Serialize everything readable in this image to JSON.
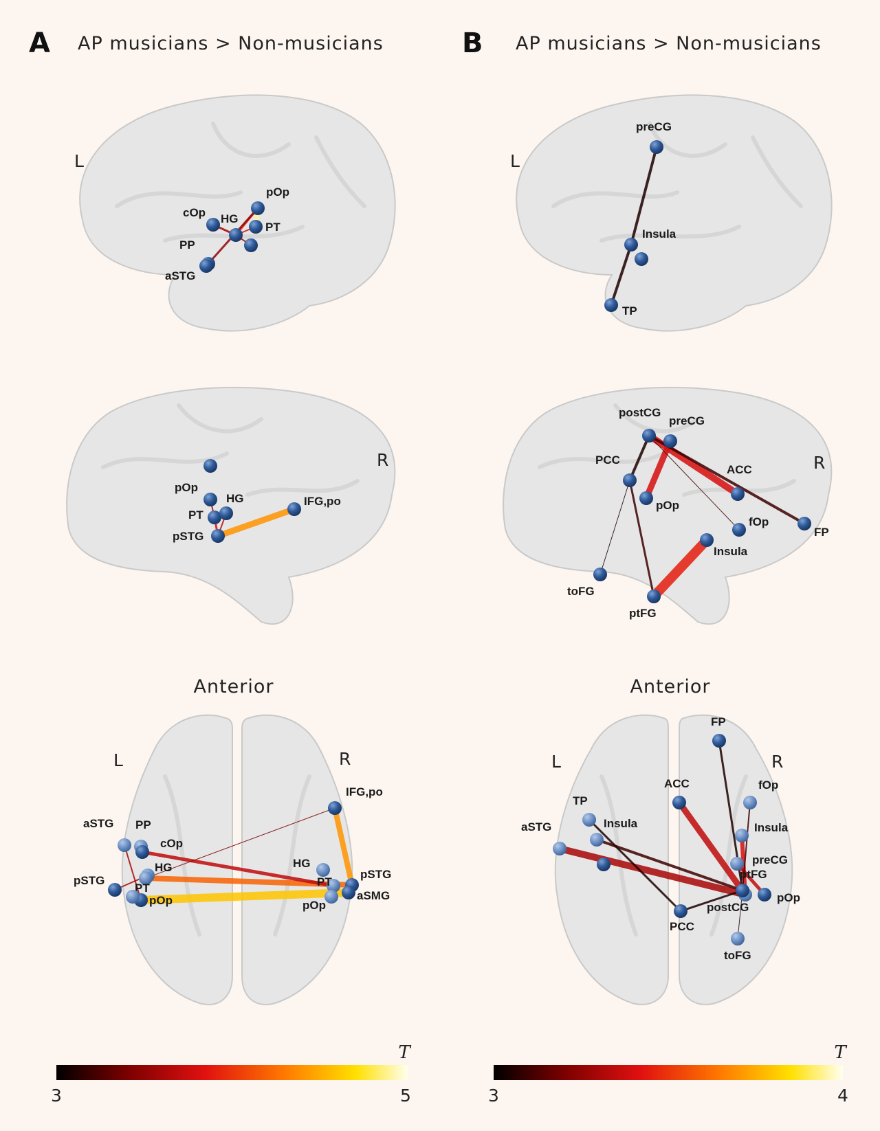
{
  "panels": [
    {
      "letter": "A",
      "title": "AP musicians > Non-musicians",
      "views": [
        {
          "kind": "left",
          "hemi_label": "L",
          "nodes": [
            {
              "id": "pOp",
              "label": "pOp"
            },
            {
              "id": "cOp",
              "label": "cOp"
            },
            {
              "id": "HG",
              "label": "HG"
            },
            {
              "id": "PT",
              "label": "PT"
            },
            {
              "id": "PP",
              "label": "PP"
            },
            {
              "id": "aSTG",
              "label": "aSTG"
            },
            {
              "id": "n1",
              "label": ""
            }
          ],
          "edges": [
            {
              "from": "pOp",
              "to": "HG",
              "t": 3.9,
              "w": 3
            },
            {
              "from": "pOp",
              "to": "PT",
              "t": 4.9,
              "w": 7
            },
            {
              "from": "cOp",
              "to": "HG",
              "t": 3.6,
              "w": 3
            },
            {
              "from": "aSTG",
              "to": "pOp",
              "t": 3.5,
              "w": 3
            },
            {
              "from": "HG",
              "to": "PT",
              "t": 3.8,
              "w": 2
            },
            {
              "from": "HG",
              "to": "n1",
              "t": 3.6,
              "w": 2
            }
          ]
        },
        {
          "kind": "right",
          "hemi_label": "R",
          "nodes": [
            {
              "id": "top",
              "label": ""
            },
            {
              "id": "pOp",
              "label": "pOp"
            },
            {
              "id": "PT",
              "label": "PT"
            },
            {
              "id": "HG",
              "label": "HG"
            },
            {
              "id": "IFGpo",
              "label": "IFG,po"
            },
            {
              "id": "pSTG",
              "label": "pSTG"
            }
          ],
          "edges": [
            {
              "from": "pSTG",
              "to": "IFGpo",
              "t": 4.4,
              "w": 9
            },
            {
              "from": "PT",
              "to": "pSTG",
              "t": 3.8,
              "w": 3
            },
            {
              "from": "pOp",
              "to": "PT",
              "t": 3.6,
              "w": 2
            },
            {
              "from": "HG",
              "to": "pSTG",
              "t": 3.7,
              "w": 2
            }
          ]
        },
        {
          "kind": "axial",
          "view_title": "Anterior",
          "hemi_left": "L",
          "hemi_right": "R",
          "nodes": [
            {
              "id": "IFGpo",
              "label": "IFG,po"
            },
            {
              "id": "aSTG",
              "label": "aSTG"
            },
            {
              "id": "PP",
              "label": "PP"
            },
            {
              "id": "cOp",
              "label": "cOp"
            },
            {
              "id": "HG_L",
              "label": "HG"
            },
            {
              "id": "pSTG_L",
              "label": "pSTG"
            },
            {
              "id": "PT_L",
              "label": "PT"
            },
            {
              "id": "pOp_L",
              "label": "pOp"
            },
            {
              "id": "x1",
              "label": ""
            },
            {
              "id": "HG_R",
              "label": "HG"
            },
            {
              "id": "PT_R",
              "label": "PT"
            },
            {
              "id": "pSTG_R",
              "label": "pSTG"
            },
            {
              "id": "aSMG",
              "label": "aSMG"
            },
            {
              "id": "pOp_R",
              "label": "pOp"
            }
          ],
          "edges": [
            {
              "from": "pOp_L",
              "to": "aSMG",
              "t": 4.6,
              "w": 12
            },
            {
              "from": "PT_L",
              "to": "pSTG_R",
              "t": 4.2,
              "w": 8
            },
            {
              "from": "cOp",
              "to": "PT_R",
              "t": 3.7,
              "w": 5
            },
            {
              "from": "IFGpo",
              "to": "pSTG_R",
              "t": 4.4,
              "w": 8
            },
            {
              "from": "PT_L",
              "to": "IFGpo",
              "t": 3.4,
              "w": 1
            },
            {
              "from": "pSTG_L",
              "to": "HG_L",
              "t": 3.6,
              "w": 2
            },
            {
              "from": "aSTG",
              "to": "pOp_L",
              "t": 3.6,
              "w": 2
            }
          ]
        }
      ],
      "colorbar": {
        "title": "T",
        "min": "3",
        "max": "5"
      }
    },
    {
      "letter": "B",
      "title": "AP musicians > Non-musicians",
      "views": [
        {
          "kind": "left",
          "hemi_label": "L",
          "nodes": [
            {
              "id": "preCG",
              "label": "preCG"
            },
            {
              "id": "Insula",
              "label": "Insula"
            },
            {
              "id": "n1",
              "label": ""
            },
            {
              "id": "TP",
              "label": "TP"
            }
          ],
          "edges": [
            {
              "from": "preCG",
              "to": "Insula",
              "t": 3.05,
              "w": 4
            },
            {
              "from": "Insula",
              "to": "TP",
              "t": 3.05,
              "w": 4
            }
          ]
        },
        {
          "kind": "right",
          "hemi_label": "R",
          "nodes": [
            {
              "id": "postCG",
              "label": "postCG"
            },
            {
              "id": "preCG",
              "label": "preCG"
            },
            {
              "id": "PCC",
              "label": "PCC"
            },
            {
              "id": "ACC",
              "label": "ACC"
            },
            {
              "id": "pOp",
              "label": "pOp"
            },
            {
              "id": "fOp",
              "label": "fOp"
            },
            {
              "id": "FP",
              "label": "FP"
            },
            {
              "id": "Insula",
              "label": "Insula"
            },
            {
              "id": "toFG",
              "label": "toFG"
            },
            {
              "id": "ptFG",
              "label": "ptFG"
            }
          ],
          "edges": [
            {
              "from": "postCG",
              "to": "ACC",
              "t": 3.4,
              "w": 10
            },
            {
              "from": "preCG",
              "to": "pOp",
              "t": 3.4,
              "w": 9
            },
            {
              "from": "Insula",
              "to": "ptFG",
              "t": 3.45,
              "w": 14
            },
            {
              "from": "postCG",
              "to": "FP",
              "t": 3.1,
              "w": 4
            },
            {
              "from": "postCG",
              "to": "fOp",
              "t": 3.1,
              "w": 1
            },
            {
              "from": "postCG",
              "to": "PCC",
              "t": 3.05,
              "w": 4
            },
            {
              "from": "PCC",
              "to": "ptFG",
              "t": 3.1,
              "w": 3
            },
            {
              "from": "PCC",
              "to": "toFG",
              "t": 3.05,
              "w": 1
            }
          ]
        },
        {
          "kind": "axial",
          "view_title": "Anterior",
          "hemi_left": "L",
          "hemi_right": "R",
          "nodes": [
            {
              "id": "FP",
              "label": "FP"
            },
            {
              "id": "ACC",
              "label": "ACC"
            },
            {
              "id": "fOp",
              "label": "fOp"
            },
            {
              "id": "TP",
              "label": "TP"
            },
            {
              "id": "Insula_L",
              "label": "Insula"
            },
            {
              "id": "Insula_R",
              "label": "Insula"
            },
            {
              "id": "aSTG",
              "label": "aSTG"
            },
            {
              "id": "preCG",
              "label": "preCG"
            },
            {
              "id": "ptFG",
              "label": "ptFG"
            },
            {
              "id": "pOp",
              "label": "pOp"
            },
            {
              "id": "postCG",
              "label": "postCG"
            },
            {
              "id": "PCC",
              "label": "PCC"
            },
            {
              "id": "toFG",
              "label": "toFG"
            },
            {
              "id": "x1",
              "label": ""
            }
          ],
          "edges": [
            {
              "from": "aSTG",
              "to": "ptFG",
              "t": 3.3,
              "w": 10
            },
            {
              "from": "ACC",
              "to": "ptFG",
              "t": 3.35,
              "w": 9
            },
            {
              "from": "FP",
              "to": "postCG",
              "t": 3.05,
              "w": 3
            },
            {
              "from": "TP",
              "to": "PCC",
              "t": 3.05,
              "w": 3
            },
            {
              "from": "Insula_L",
              "to": "postCG",
              "t": 3.1,
              "w": 4
            },
            {
              "from": "PCC",
              "to": "postCG",
              "t": 3.05,
              "w": 3
            },
            {
              "from": "Insula_R",
              "to": "ptFG",
              "t": 3.4,
              "w": 6
            },
            {
              "from": "preCG",
              "to": "pOp",
              "t": 3.35,
              "w": 5
            },
            {
              "from": "postCG",
              "to": "toFG",
              "t": 3.05,
              "w": 1
            },
            {
              "from": "fOp",
              "to": "postCG",
              "t": 3.1,
              "w": 2
            }
          ]
        }
      ],
      "colorbar": {
        "title": "T",
        "min": "3",
        "max": "4"
      }
    }
  ],
  "colors": {
    "node": "#2b4f86",
    "node_light": "#5f86c0",
    "background": "#fdf6f0",
    "brain": "#e6e6e6",
    "colormap": [
      "#000000",
      "#7a0000",
      "#e01010",
      "#ff7a00",
      "#ffe000",
      "#fffff0"
    ]
  }
}
